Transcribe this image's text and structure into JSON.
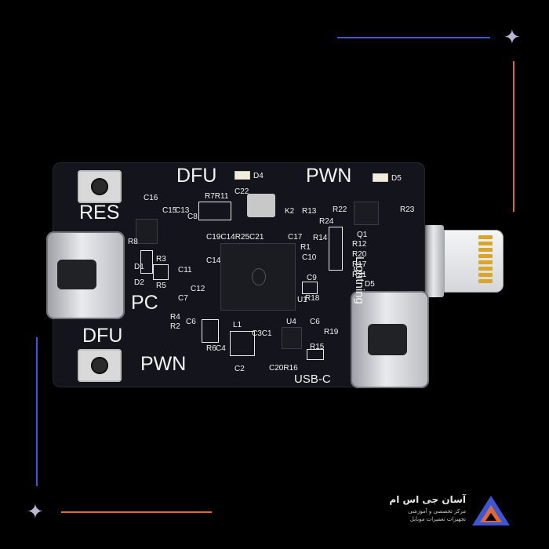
{
  "colors": {
    "blue": "#3d56d6",
    "orange": "#e06a32",
    "board": "#14151c",
    "silkscreen": "#f2f2f2"
  },
  "board": {
    "labels": {
      "res": "RES",
      "pc": "PC",
      "dfu_top": "DFU",
      "pwn_top": "PWN",
      "dfu_bottom": "DFU",
      "pwn_bottom": "PWN",
      "usbc": "USB-C",
      "lightning": "Lightning",
      "d4": "D4",
      "d5": "D5"
    },
    "refs": {
      "c16": "C16",
      "c15": "C15",
      "c13": "C13",
      "c8": "C8",
      "r7r11": "R7R11",
      "c22": "C22",
      "k2": "K2",
      "r13": "R13",
      "r22": "R22",
      "r23": "R23",
      "r24": "R24",
      "r14": "R14",
      "q1": "Q1",
      "r1": "R1",
      "r12": "R12",
      "r20": "R20",
      "r17": "R17",
      "r21": "R21",
      "c10": "C10",
      "c9": "C9",
      "r18": "R18",
      "c6b": "C6",
      "r19": "R19",
      "d5b": "D5",
      "r8": "R8",
      "c19": "C19C14R25C21",
      "c17": "C17",
      "d1": "D1",
      "r3": "R3",
      "d2": "D2",
      "r5": "R5",
      "c11": "C11",
      "c12": "C12",
      "c14": "C14",
      "c7": "C7",
      "c6": "C6",
      "r4": "R4",
      "r2": "R2",
      "l1": "L1",
      "c3c1": "C3C1",
      "u4": "U4",
      "u1": "U1",
      "r6": "R6",
      "c4": "C4",
      "r15": "R15",
      "c2": "C2",
      "c20r16": "C20R16"
    }
  },
  "logo": {
    "title": "آسان جی اس ام",
    "line1": "مرکز تخصصی و آموزشی",
    "line2": "تجهیزات تعمیرات موبایل"
  }
}
